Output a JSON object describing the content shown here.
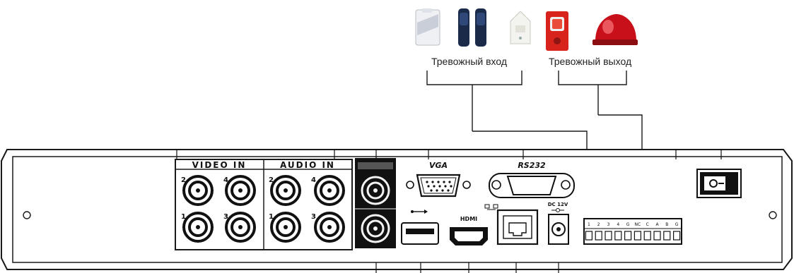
{
  "alarm_input": {
    "label": "Тревожный вход",
    "devices": [
      "pir-motion-detector-icon",
      "beam-sensor-icon",
      "smoke-detector-icon"
    ]
  },
  "alarm_output": {
    "label": "Тревожный выход",
    "devices": [
      "siren-strobe-icon",
      "red-beacon-light-icon"
    ]
  },
  "panel": {
    "video_in_label": "VIDEO IN",
    "audio_in_label": "AUDIO IN",
    "video_port_numbers": [
      "2",
      "4",
      "1",
      "3"
    ],
    "audio_port_numbers": [
      "2",
      "4",
      "1",
      "3"
    ],
    "vga_label": "VGA",
    "rs232_label": "RS232",
    "hdmi_label": "HDMI",
    "dc_label": "DC 12V",
    "terminal_labels": [
      "1",
      "2",
      "3",
      "4",
      "G",
      "NC",
      "C",
      "A",
      "B",
      "G"
    ]
  },
  "colors": {
    "line": "#1a1a1a",
    "panel_fill": "#ffffff",
    "port_dark": "#111111",
    "siren_red": "#d8231c",
    "beacon_red": "#c8101a",
    "beam_blue": "#1c2a4a"
  }
}
